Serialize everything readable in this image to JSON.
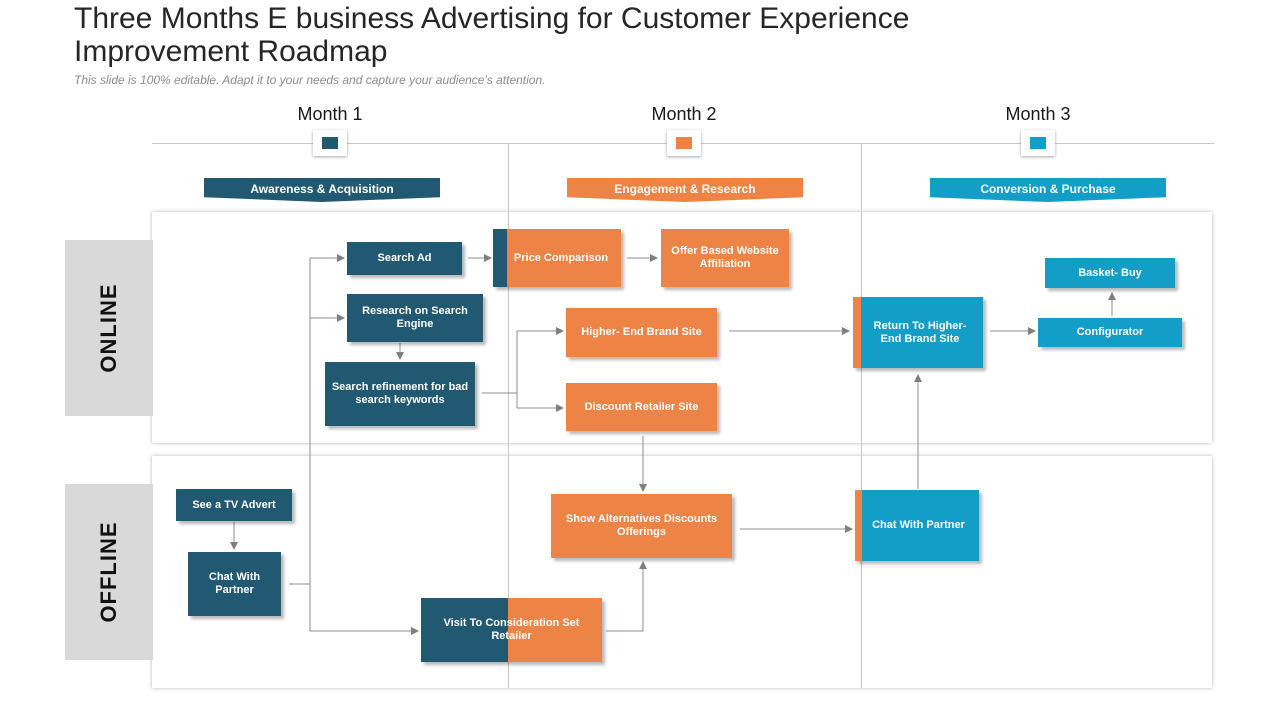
{
  "title": "Three Months E business Advertising for Customer Experience Improvement Roadmap",
  "subtitle": "This slide is 100% editable. Adapt it to your needs and capture your audience's attention.",
  "colors": {
    "navy": "#215872",
    "orange": "#ed8345",
    "teal": "#129ec6",
    "grey": "#d9d9d9"
  },
  "months": [
    "Month 1",
    "Month 2",
    "Month 3"
  ],
  "phases": [
    "Awareness & Acquisition",
    "Engagement & Research",
    "Conversion & Purchase"
  ],
  "lanes": {
    "online": "ONLINE",
    "offline": "OFFLINE"
  },
  "nodes": {
    "search_ad": "Search Ad",
    "research_search_engine": "Research on Search Engine",
    "search_refinement": "Search refinement for bad search keywords",
    "price_comparison": "Price Comparison",
    "offer_based": "Offer Based Website Affiliation",
    "higher_end_brand": "Higher- End Brand Site",
    "discount_retailer": "Discount Retailer Site",
    "return_higher_end": "Return To Higher- End Brand Site",
    "basket_buy": "Basket- Buy",
    "configurator": "Configurator",
    "tv_advert": "See a TV Advert",
    "chat_partner_1": "Chat With Partner",
    "visit_retailer": "Visit To Consideration Set Retailer",
    "show_alternatives": "Show Alternatives Discounts Offerings",
    "chat_partner_3": "Chat With Partner"
  }
}
